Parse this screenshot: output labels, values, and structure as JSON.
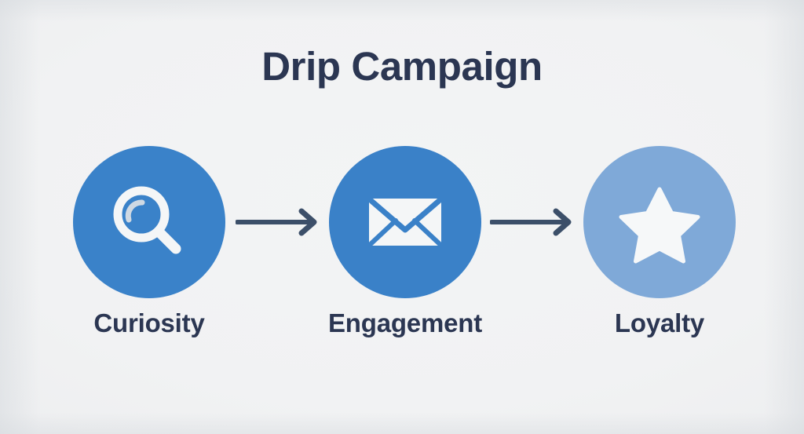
{
  "slide": {
    "title": "Drip Campaign",
    "background_color": "#eef0f1",
    "text_color": "#2b3652"
  },
  "flow": {
    "stages": [
      {
        "label": "Curiosity",
        "icon": "magnifier-icon",
        "circle_color": "#3a82c9",
        "icon_color": "#f4f6f7"
      },
      {
        "label": "Engagement",
        "icon": "envelope-icon",
        "circle_color": "#3a81c8",
        "icon_color": "#f4f6f7"
      },
      {
        "label": "Loyalty",
        "icon": "star-icon",
        "circle_color": "#7fa9d8",
        "icon_color": "#f6f8f9"
      }
    ],
    "connectors": [
      {
        "icon": "arrow-right-icon",
        "color": "#3c4f69"
      },
      {
        "icon": "arrow-right-icon",
        "color": "#3c4f69"
      }
    ]
  }
}
